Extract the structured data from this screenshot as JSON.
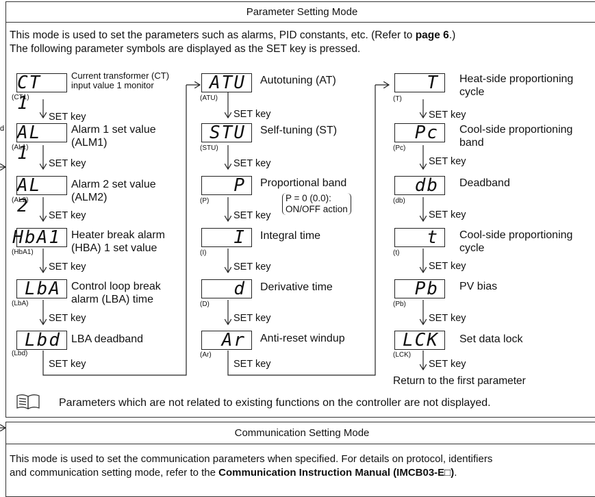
{
  "parameter_mode": {
    "title": "Parameter Setting Mode",
    "intro_line1_pre": "This mode is used to set the parameters such as alarms, PID constants, etc. (Refer to ",
    "intro_line1_bold": "page 6",
    "intro_line1_post": ".)",
    "intro_line2": "The following parameter symbols are displayed as the SET key is pressed.",
    "set_key_label": "SET key",
    "columns": [
      {
        "items": [
          {
            "display": "CT 1",
            "code": "(CT1)",
            "desc": "Current transformer (CT) input value 1 monitor"
          },
          {
            "display": "AL 1",
            "code": "(AL1)",
            "desc": "Alarm 1 set value (ALM1)"
          },
          {
            "display": "AL 2",
            "code": "(AL2)",
            "desc": "Alarm 2 set value (ALM2)"
          },
          {
            "display": "HbA1",
            "code": "(HbA1)",
            "desc": "Heater break alarm (HBA) 1 set value"
          },
          {
            "display": "LbA",
            "code": "(LbA)",
            "desc": "Control loop break alarm (LBA) time"
          },
          {
            "display": "Lbd",
            "code": "(Lbd)",
            "desc": "LBA deadband"
          }
        ]
      },
      {
        "items": [
          {
            "display": "ATU",
            "code": "(ATU)",
            "desc": "Autotuning (AT)"
          },
          {
            "display": "STU",
            "code": "(STU)",
            "desc": "Self-tuning (ST)"
          },
          {
            "display": "P",
            "code": "(P)",
            "desc": "Proportional band"
          },
          {
            "display": "I",
            "code": "(I)",
            "desc": "Integral time"
          },
          {
            "display": "d",
            "code": "(D)",
            "desc": "Derivative time"
          },
          {
            "display": "Ar",
            "code": "(Ar)",
            "desc": "Anti-reset windup"
          }
        ],
        "p_note_line1": "P = 0 (0.0):",
        "p_note_line2": "ON/OFF action"
      },
      {
        "items": [
          {
            "display": "T",
            "code": "(T)",
            "desc": "Heat-side proportioning cycle"
          },
          {
            "display": "Pc",
            "code": "(Pc)",
            "desc": "Cool-side proportioning band"
          },
          {
            "display": "db",
            "code": "(db)",
            "desc": "Deadband"
          },
          {
            "display": "t",
            "code": "(t)",
            "desc": "Cool-side proportioning cycle"
          },
          {
            "display": "Pb",
            "code": "(Pb)",
            "desc": "PV bias"
          },
          {
            "display": "LCK",
            "code": "(LCK)",
            "desc": "Set data lock"
          }
        ],
        "return_text": "Return to the first parameter"
      }
    ],
    "note": "Parameters which are not related to existing functions on the controller are not displayed.",
    "note_icon": "book-icon"
  },
  "communication_mode": {
    "title": "Communication Setting Mode",
    "line1": "This mode is used to set the communication parameters when specified. For details on protocol, identifiers",
    "line2_pre": "and communication setting mode, refer to the ",
    "line2_bold": "Communication Instruction Manual (IMCB03-E□)",
    "line2_post": "."
  },
  "margin_fragment": "d"
}
